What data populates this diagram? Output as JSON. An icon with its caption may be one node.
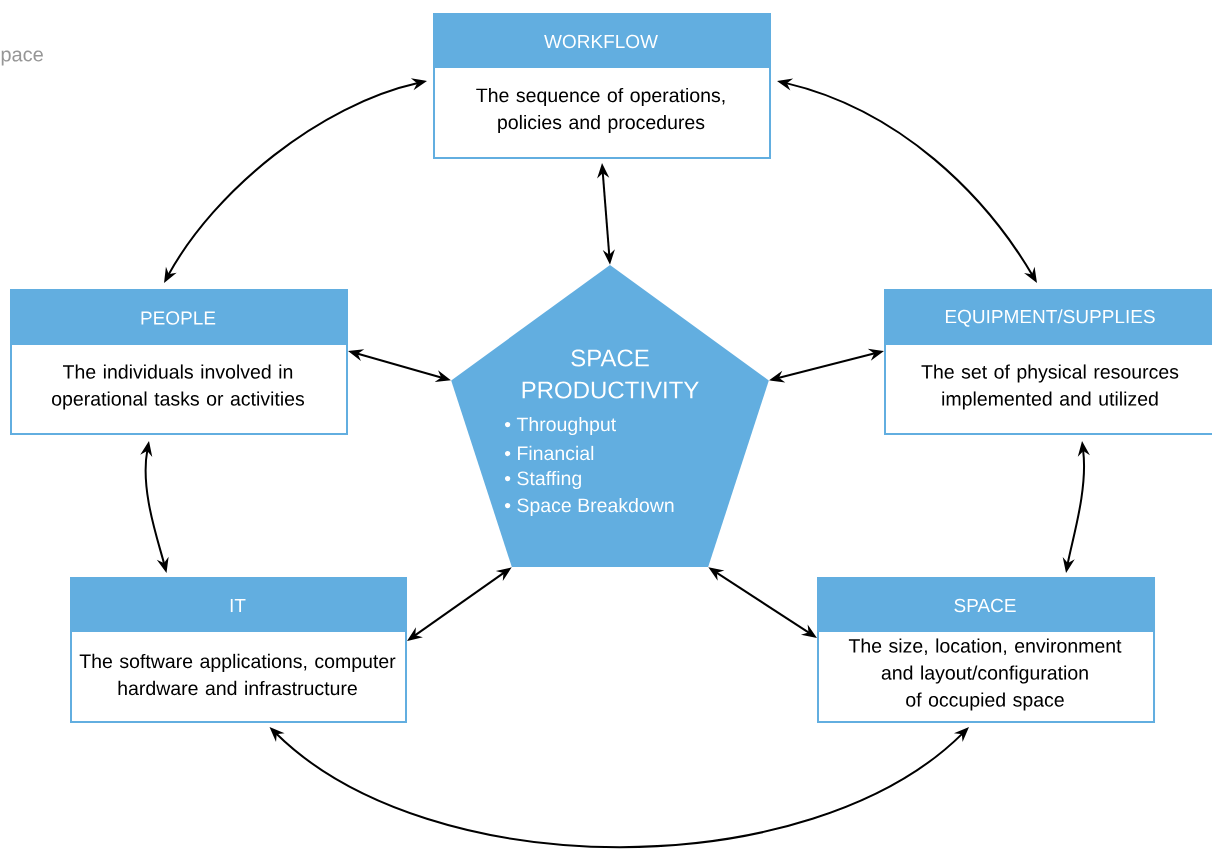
{
  "diagram": {
    "nodes": [
      {
        "text": [
          "WORKFLOW",
          "The sequence of operations, policies and procedures"
        ]
      },
      {
        "text": [
          "PEOPLE",
          "The individuals involved in operational tasks or activities"
        ]
      },
      {
        "text": [
          "SPACE PRODUCTIVITY",
          "• Throughput",
          "• Financial",
          "• Staffing",
          "• Space Breakdown"
        ]
      },
      {
        "text": [
          "EQUIPMENT/SUPPLIES",
          "The set of physical resources implemented and utilized"
        ]
      },
      {
        "text": [
          "IT",
          "The software applications, computer hardware and infrastructure"
        ]
      },
      {
        "text": [
          "SPACE",
          "The size, location, environment and layout/configuration of occupied space"
        ]
      }
    ],
    "edges": [
      {
        "from": 0,
        "to": 1,
        "arrow": "both"
      },
      {
        "from": 0,
        "to": 2,
        "arrow": "both"
      },
      {
        "from": 0,
        "to": 3,
        "arrow": "both"
      },
      {
        "from": 1,
        "to": 2,
        "arrow": "both"
      },
      {
        "from": 3,
        "to": 2,
        "arrow": "both"
      },
      {
        "from": 1,
        "to": 4,
        "arrow": "both"
      },
      {
        "from": 3,
        "to": 5,
        "arrow": "both"
      },
      {
        "from": 4,
        "to": 2,
        "arrow": "both"
      },
      {
        "from": 5,
        "to": 2,
        "arrow": "both"
      },
      {
        "from": 4,
        "to": 5,
        "arrow": "both"
      }
    ],
    "labels": [
      "pace"
    ]
  }
}
